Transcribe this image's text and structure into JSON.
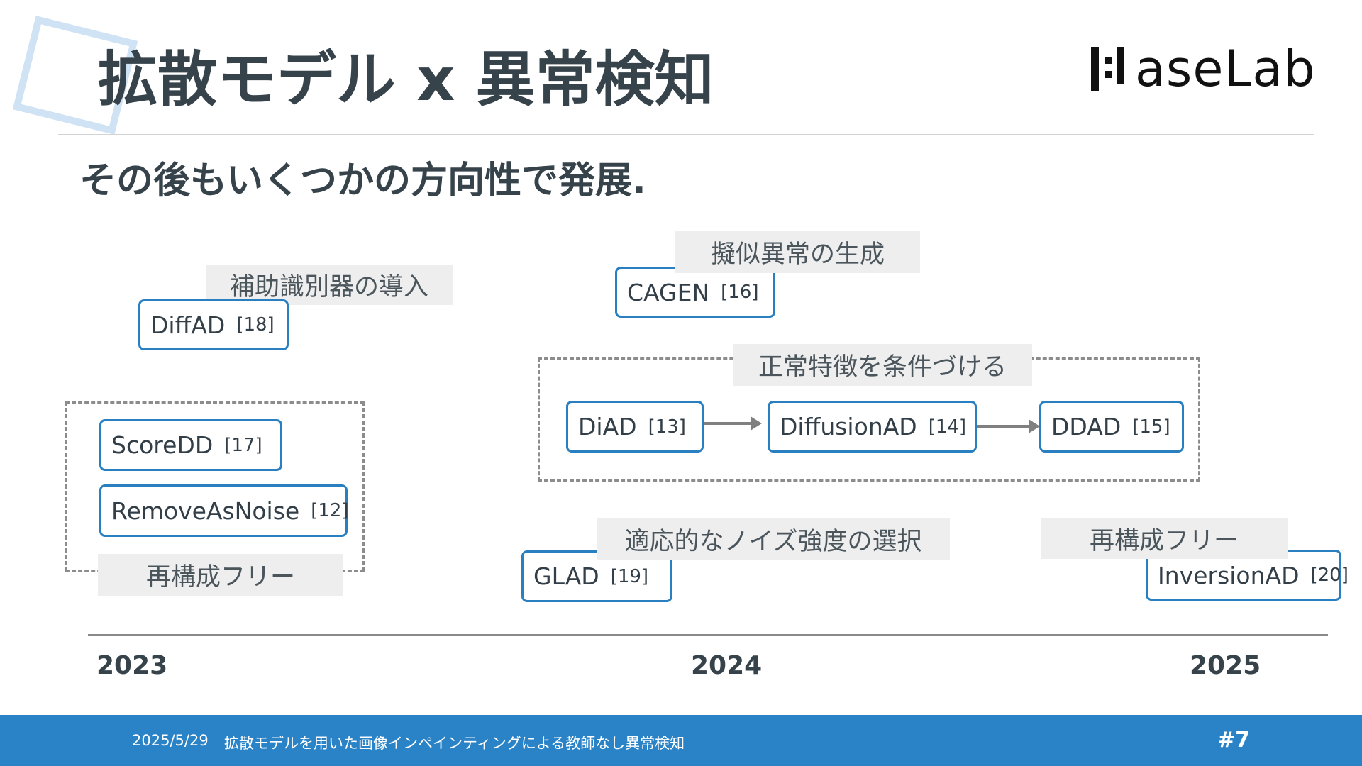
{
  "title": "拡散モデル x 異常検知",
  "subtitle": "その後もいくつかの方向性で発展.",
  "logo": {
    "text": "aseLab"
  },
  "labels": {
    "aux_classifier": "補助識別器の導入",
    "pseudo_anomaly": "擬似異常の生成",
    "normal_feature": "正常特徴を条件づける",
    "adaptive_noise": "適応的なノイズ強度の選択",
    "recon_free_left": "再構成フリー",
    "recon_free_right": "再構成フリー"
  },
  "methods": {
    "diffad": {
      "name": "DiffAD",
      "ref": "[18]"
    },
    "cagen": {
      "name": "CAGEN",
      "ref": "[16]"
    },
    "scoredd": {
      "name": "ScoreDD",
      "ref": "[17]"
    },
    "removeasnoise": {
      "name": "RemoveAsNoise",
      "ref": "[12]"
    },
    "diad": {
      "name": "DiAD",
      "ref": "[13]"
    },
    "diffusionad": {
      "name": "DiffusionAD",
      "ref": "[14]"
    },
    "ddad": {
      "name": "DDAD",
      "ref": "[15]"
    },
    "glad": {
      "name": "GLAD",
      "ref": "[19]"
    },
    "inversionad": {
      "name": "InversionAD",
      "ref": "[20]"
    }
  },
  "timeline": {
    "years": [
      "2023",
      "2024",
      "2025"
    ]
  },
  "footer": {
    "date": "2025/5/29",
    "title": "拡散モデルを用いた画像インペインティングによる教師なし異常検知",
    "page": "#7"
  },
  "colors": {
    "accent": "#2a82c7",
    "box_border": "#2a7fc1",
    "label_bg": "#eeeeee"
  }
}
